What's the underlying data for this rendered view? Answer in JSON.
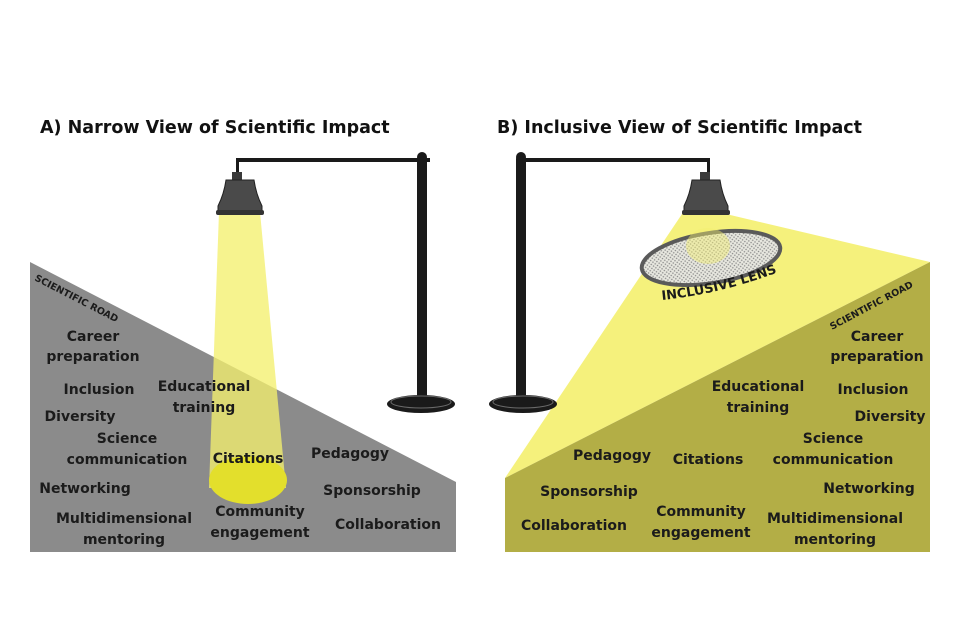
{
  "panel_a": {
    "title": "A) Narrow View of Scientific Impact",
    "road_label": "SCIENTIFIC ROAD",
    "items": {
      "career": [
        "Career",
        "preparation"
      ],
      "inclusion": [
        "Inclusion"
      ],
      "educational": [
        "Educational",
        "training"
      ],
      "diversity": [
        "Diversity"
      ],
      "science_comm": [
        "Science",
        "communication"
      ],
      "citations": [
        "Citations"
      ],
      "pedagogy": [
        "Pedagogy"
      ],
      "networking": [
        "Networking"
      ],
      "sponsorship": [
        "Sponsorship"
      ],
      "multidimensional": [
        "Multidimensional",
        "mentoring"
      ],
      "community": [
        "Community",
        "engagement"
      ],
      "collaboration": [
        "Collaboration"
      ]
    }
  },
  "panel_b": {
    "title": "B) Inclusive View of Scientific Impact",
    "road_label": "SCIENTIFIC ROAD",
    "lens_label": "INCLUSIVE LENS",
    "items": {
      "career": [
        "Career",
        "preparation"
      ],
      "educational": [
        "Educational",
        "training"
      ],
      "inclusion": [
        "Inclusion"
      ],
      "diversity": [
        "Diversity"
      ],
      "science_comm": [
        "Science",
        "communication"
      ],
      "pedagogy": [
        "Pedagogy"
      ],
      "citations": [
        "Citations"
      ],
      "networking": [
        "Networking"
      ],
      "sponsorship": [
        "Sponsorship"
      ],
      "community": [
        "Community",
        "engagement"
      ],
      "multidimensional": [
        "Multidimensional",
        "mentoring"
      ],
      "collaboration": [
        "Collaboration"
      ]
    }
  },
  "colors": {
    "road_gray": "#8b8b8b",
    "road_olive": "#b3ae46",
    "beam_yellow": "#f6f36a",
    "spot_yellow": "#e3df2c",
    "lamp_dark": "#4a4a4a",
    "pole_black": "#1a1a1a",
    "text_dark": "#1b1b1b"
  }
}
